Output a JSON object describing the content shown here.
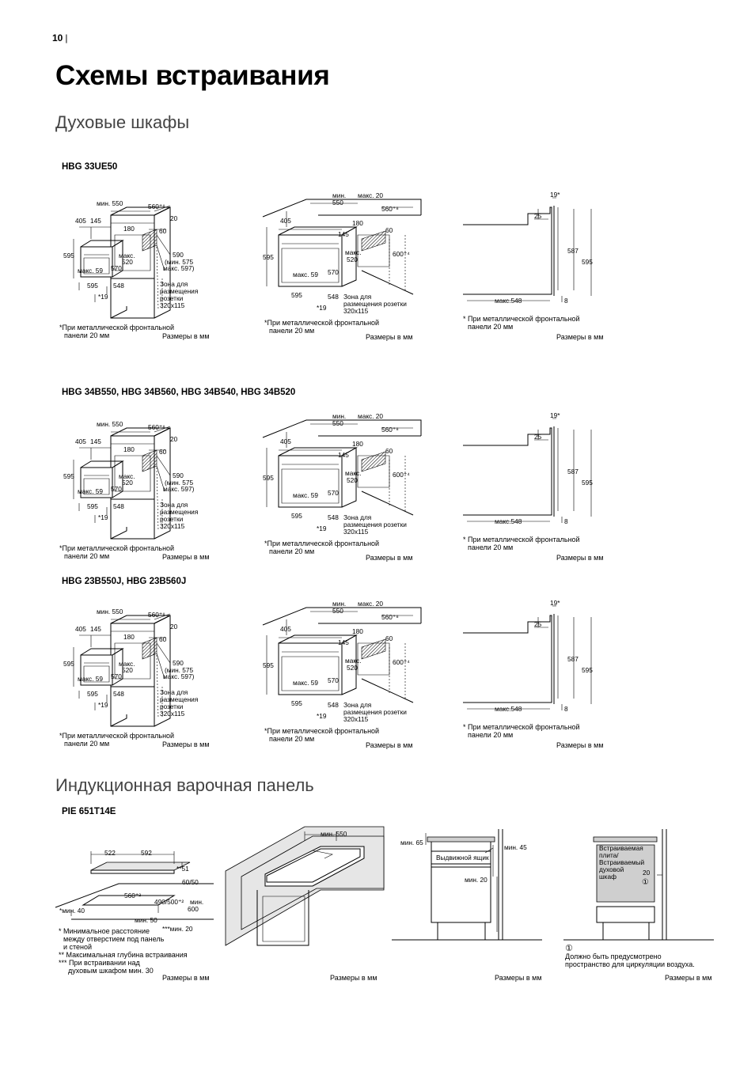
{
  "page_number": "10",
  "title": "Схемы встраивания",
  "oven_section": {
    "heading": "Духовые шкафы",
    "models": [
      "HBG 33UE50",
      "HBG 34B550, HBG 34B560, HBG 34B540, HBG 34B520",
      "HBG 23B550J, HBG 23B560J"
    ],
    "fig_a": {
      "d550": "мин. 550",
      "d560": "560⁺⁸",
      "d20": "20",
      "d405": "405",
      "d145": "145",
      "d180": "180",
      "d60": "60",
      "d595a": "595",
      "d590": "590",
      "d575": "(мин. 575",
      "d597": "макс. 597)",
      "dmax520": "макс.",
      "d520": "520",
      "d570": "570",
      "dmax59": "макс. 59",
      "d595b": "595",
      "d548": "548",
      "d19": "*19",
      "zone1": "Зона для",
      "zone2": "размещения",
      "zone3": "розетки",
      "zone4": "320x115",
      "note1": "*При металлической фронтальной",
      "note2": "панели 20 мм",
      "units": "Размеры в мм"
    },
    "fig_b": {
      "dmin": "мин.",
      "d550": "550",
      "dmax20": "макс. 20",
      "d560": "560⁺⁸",
      "d405": "405",
      "d180": "180",
      "d60": "60",
      "d145": "145",
      "d595a": "595",
      "dmax": "макс.",
      "d520": "520",
      "d600": "600⁺⁴",
      "dmax59": "макс. 59",
      "d570": "570",
      "d595b": "595",
      "d548": "548",
      "d19": "*19",
      "zone1": "Зона для",
      "zone2": "размещения розетки",
      "zone3": "320x115",
      "note1": "*При металлической фронтальной",
      "note2": "панели 20 мм",
      "units": "Размеры в мм"
    },
    "fig_c": {
      "d19": "19*",
      "d25": "25",
      "d587": "587",
      "d595": "595",
      "dmax548": "макс.548",
      "d8": "8",
      "note1": "* При металлической фронтальной",
      "note2": "панели 20 мм",
      "units": "Размеры в мм"
    }
  },
  "hob_section": {
    "heading": "Индукционная варочная панель",
    "model": "PIE 651T14E",
    "fig_a": {
      "d522": "522",
      "d592": "592",
      "d51": "**51",
      "d6050": "60/50",
      "d560": "560⁺²",
      "d490": "490/500⁺²",
      "dmin": "мин.",
      "d600": "600",
      "dmin40": "*мин. 40",
      "dmin50": "мин. 50",
      "dmin20": "***мин. 20",
      "n1": "* Минимальное расстояние",
      "n2": "между отверстием под панель",
      "n3": "и стеной",
      "n4": "** Максимальная глубина встраивания",
      "n5": "*** При встраивании над",
      "n6": "духовым шкафом мин. 30",
      "units": "Размеры в мм"
    },
    "fig_b": {
      "dmin550": "мин. 550",
      "units": "Размеры в мм"
    },
    "fig_c": {
      "dmin65": "мин. 65",
      "dmin45": "мин. 45",
      "drawer": "Выдвижной ящик",
      "dmin20": "мин. 20",
      "units": "Размеры в мм"
    },
    "fig_d": {
      "l1": "Встраиваемая",
      "l2": "плита/",
      "l3": "Встраиваемый",
      "l4": "духовой",
      "l5": "шкаф",
      "d20": "20",
      "circle": "①",
      "n0": "①",
      "n1": "Должно быть предусмотрено",
      "n2": "пространство для циркуляции воздуха.",
      "units": "Размеры в мм"
    }
  }
}
